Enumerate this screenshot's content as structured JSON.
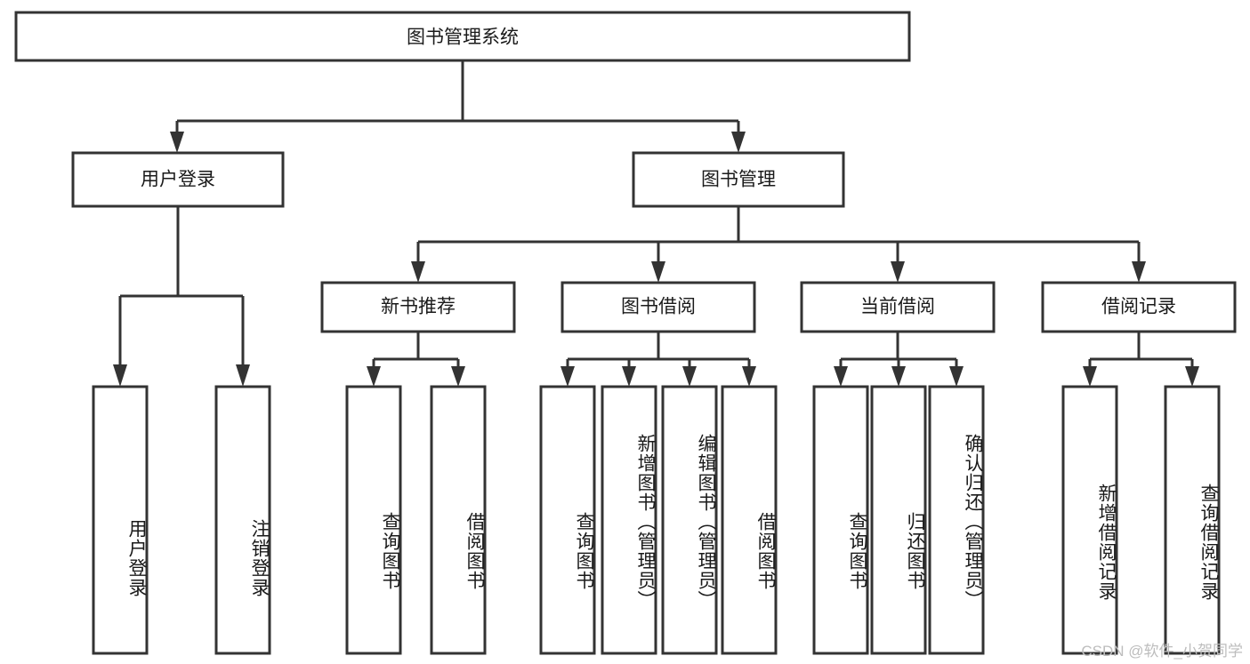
{
  "diagram": {
    "type": "tree",
    "title": "图书管理系统",
    "watermark": "CSDN @软件_小贺同学",
    "colors": {
      "box_stroke": "#333333",
      "box_fill": "#ffffff",
      "text": "#1a1a1a",
      "background": "#ffffff",
      "watermark": "#bdbdbd"
    },
    "nodes": {
      "root": {
        "label": "图书管理系统"
      },
      "level2": [
        {
          "label": "用户登录"
        },
        {
          "label": "图书管理"
        }
      ],
      "level3": [
        {
          "label": "新书推荐"
        },
        {
          "label": "图书借阅"
        },
        {
          "label": "当前借阅"
        },
        {
          "label": "借阅记录"
        }
      ],
      "leaves": {
        "user_login": [
          {
            "label": "用户登录"
          },
          {
            "label": "注销登录"
          }
        ],
        "new_book": [
          {
            "label": "查询图书"
          },
          {
            "label": "借阅图书"
          }
        ],
        "book_borrow": [
          {
            "label": "查询图书"
          },
          {
            "label": "新增图书（管理员）"
          },
          {
            "label": "编辑图书（管理员）"
          },
          {
            "label": "借阅图书"
          }
        ],
        "current_borrow": [
          {
            "label": "查询图书"
          },
          {
            "label": "归还图书"
          },
          {
            "label": "确认归还（管理员）"
          }
        ],
        "borrow_record": [
          {
            "label": "新增借阅记录"
          },
          {
            "label": "查询借阅记录"
          }
        ]
      }
    }
  }
}
